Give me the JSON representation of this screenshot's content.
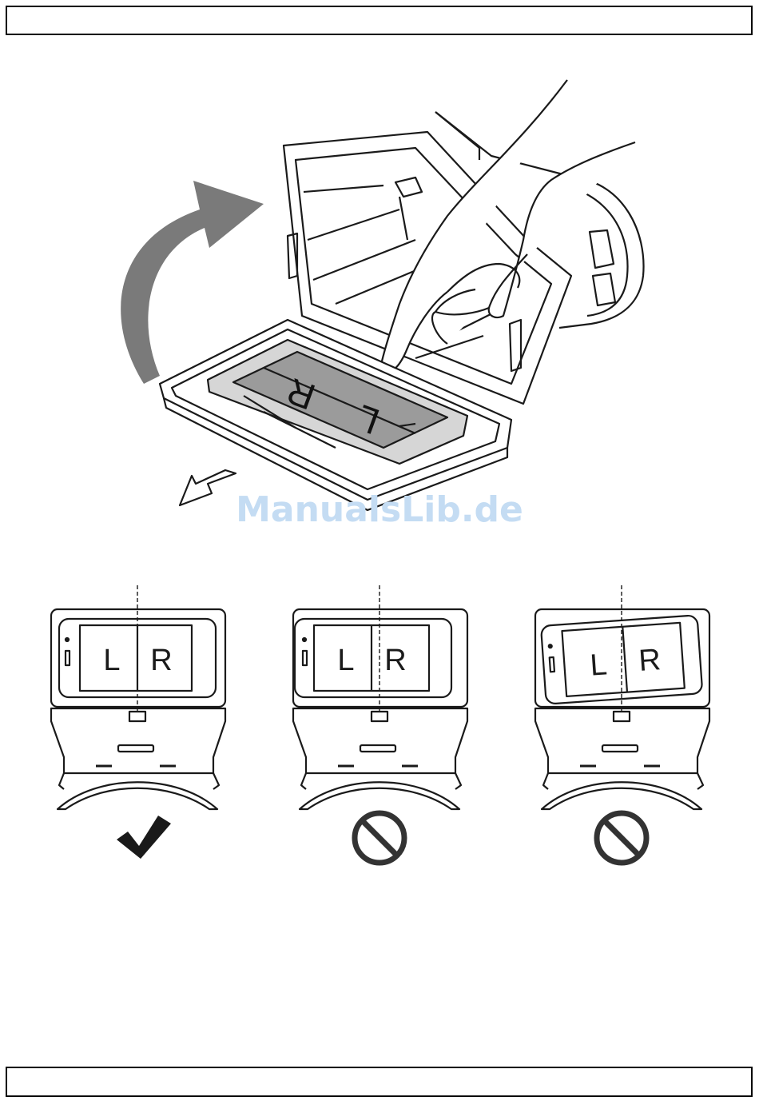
{
  "watermark": "ManualsLib.de",
  "top_figure": {
    "screen_left_label": "L",
    "screen_right_label": "R"
  },
  "placement_examples": [
    {
      "left_label": "L",
      "right_label": "R",
      "status": "correct",
      "icon": "checkmark-icon"
    },
    {
      "left_label": "L",
      "right_label": "R",
      "status": "incorrect",
      "icon": "prohibited-icon"
    },
    {
      "left_label": "L",
      "right_label": "R",
      "status": "incorrect",
      "icon": "prohibited-icon"
    }
  ],
  "colors": {
    "line": "#1a1a1a",
    "arrow": "#7a7a7a",
    "screen": "#9b9b9b",
    "watermark": "#c4dcf3"
  }
}
